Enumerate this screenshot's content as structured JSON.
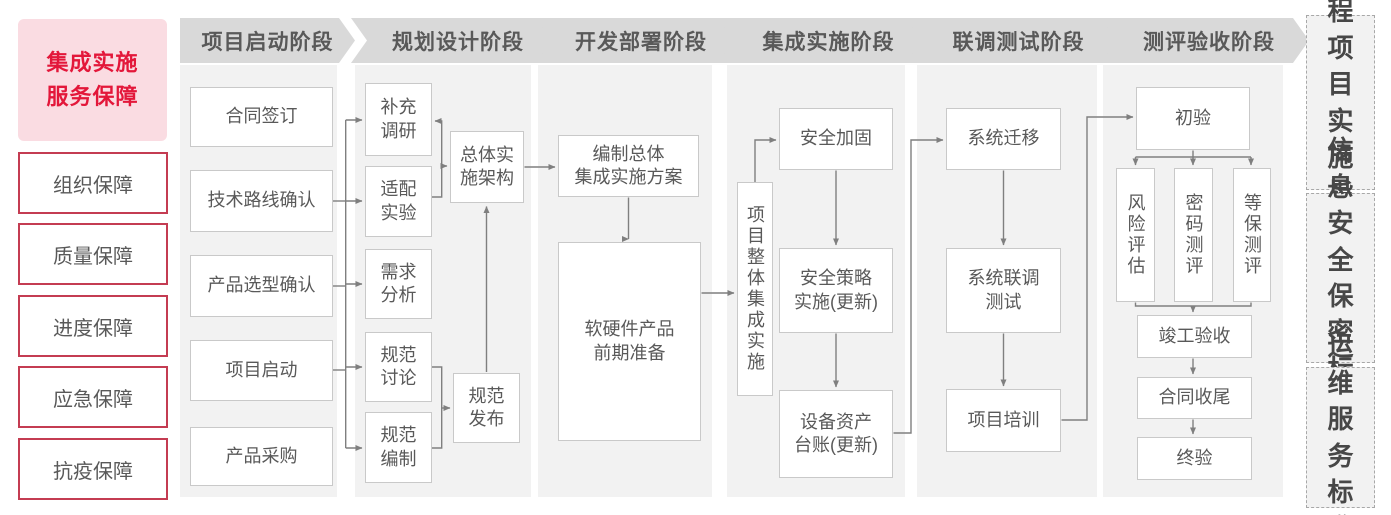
{
  "sidebar": {
    "title": "集成实施\n服务保障",
    "items": [
      "组织保障",
      "质量保障",
      "进度保障",
      "应急保障",
      "抗疫保障"
    ]
  },
  "columns": [
    {
      "phase": "项目启动阶段",
      "boxes": [
        "合同签订",
        "技术路线确认",
        "产品选型确认",
        "项目启动",
        "产品采购"
      ]
    },
    {
      "phase": "规划设计阶段",
      "boxes": [
        "补充\n调研",
        "适配\n实验",
        "需求\n分析",
        "规范\n讨论",
        "规范\n编制",
        "总体实\n施架构",
        "规范\n发布"
      ]
    },
    {
      "phase": "开发部署阶段",
      "boxes": [
        "编制总体\n集成实施方案",
        "软硬件产品\n前期准备"
      ]
    },
    {
      "phase": "集成实施阶段",
      "boxes": [
        "项目整体集成实施",
        "安全加固",
        "安全策略\n实施(更新)",
        "设备资产\n台账(更新)"
      ]
    },
    {
      "phase": "联调测试阶段",
      "boxes": [
        "系统迁移",
        "系统联调\n测试",
        "项目培训"
      ]
    },
    {
      "phase": "测评验收阶段",
      "boxes": [
        "初验",
        "风险评估",
        "密码测评",
        "等保测评",
        "竣工验收",
        "合同收尾",
        "终验"
      ]
    }
  ],
  "standards": [
    "工程\n项目\n实施\n指引",
    "信息\n安全\n保密\n标准",
    "运维\n服务\n标准"
  ],
  "colors": {
    "accent_red": "#e3173a",
    "pink_background": "#fadce2",
    "red_box_border": "#c43c52",
    "header_gray": "#d9d9d9",
    "panel_gray": "#f2f2f2",
    "text_gray": "#595959",
    "connector_gray": "#7f7f7f"
  }
}
